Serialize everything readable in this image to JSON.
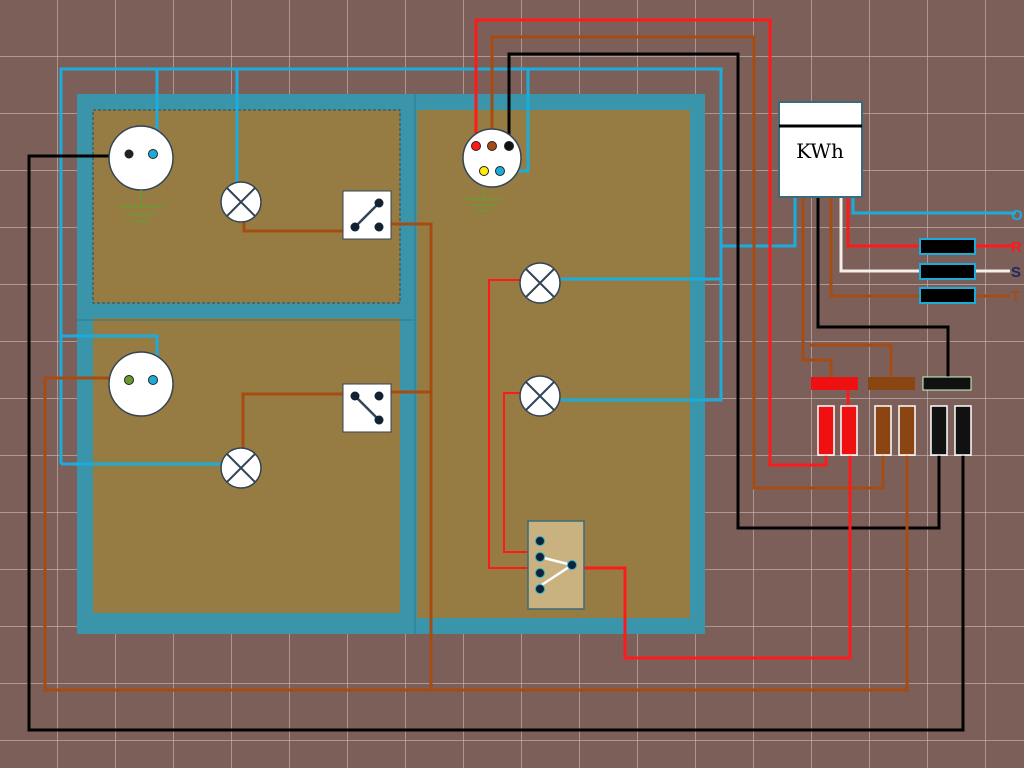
{
  "meter": {
    "label": "KWh"
  },
  "phase_labels": {
    "r": "R",
    "s": "S",
    "t": "T",
    "o": "O"
  },
  "colors": {
    "background": "#7d5f59",
    "grid": "#c9bcb9",
    "wall": "#3b95aa",
    "room_floor": "#967c43",
    "wire_neutral": "#1cacdc",
    "wire_red": "#ff1a1a",
    "wire_brown": "#a64b12",
    "wire_black": "#000000",
    "wire_white": "#f3eee8",
    "fuse_red": "#ef1111",
    "fuse_brown": "#8b4513",
    "fuse_black": "#111111",
    "outlet_face": "#ffffff",
    "terminal_board": "#c9b27f",
    "earth_symbol": "#6a9a2f"
  }
}
